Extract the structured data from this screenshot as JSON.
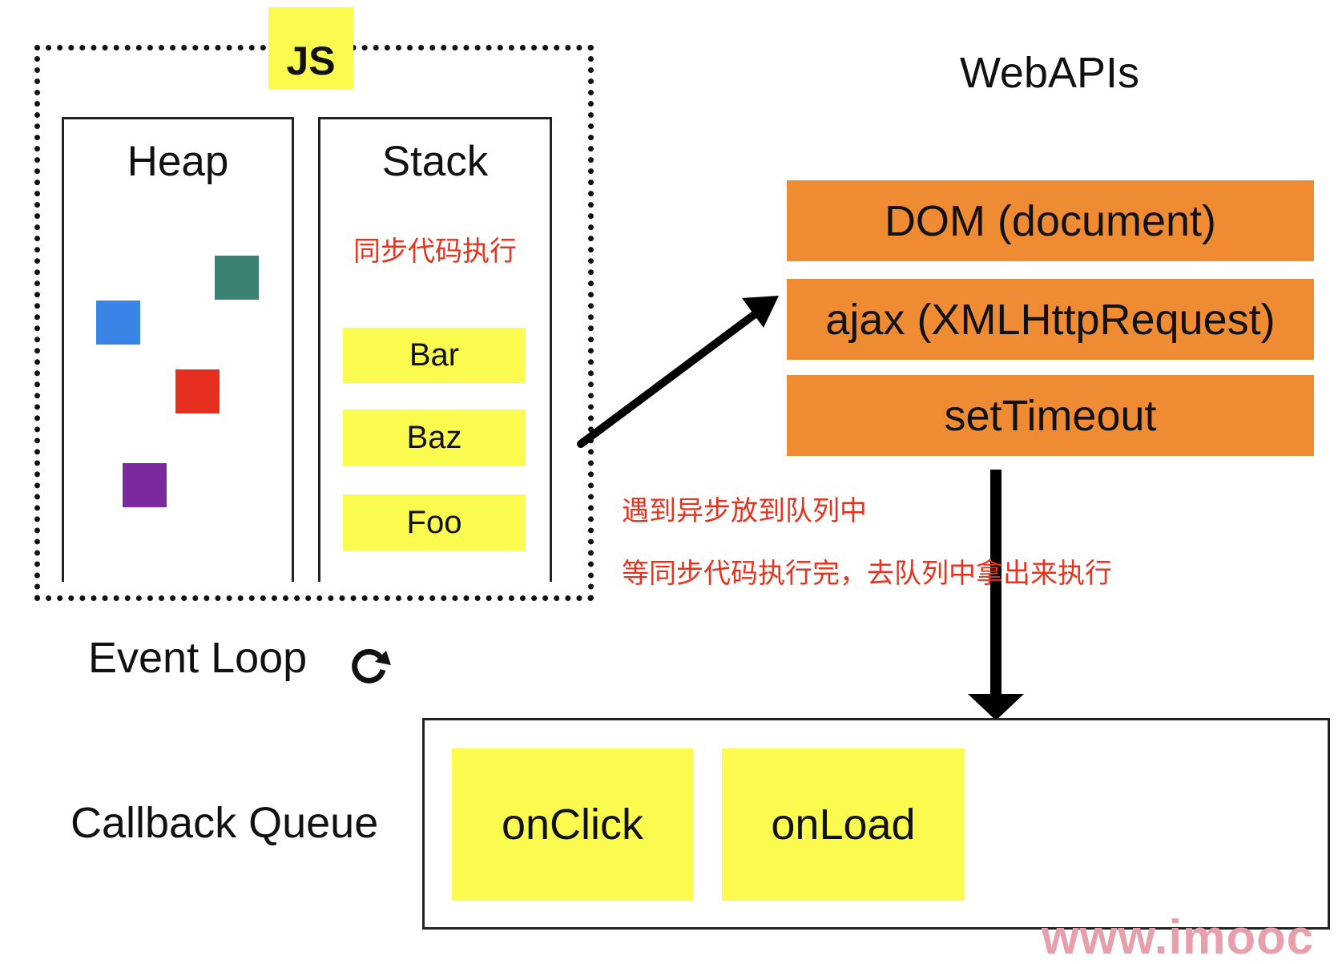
{
  "js_label": "JS",
  "heap": {
    "title": "Heap",
    "objects": [
      {
        "name": "teal",
        "color": "#3b8275"
      },
      {
        "name": "blue",
        "color": "#3a84e6"
      },
      {
        "name": "red",
        "color": "#e5301f"
      },
      {
        "name": "purple",
        "color": "#7b2a9e"
      }
    ]
  },
  "stack": {
    "title": "Stack",
    "note": "同步代码执行",
    "frames": [
      "Bar",
      "Baz",
      "Foo"
    ]
  },
  "webapis": {
    "title": "WebAPIs",
    "items": [
      "DOM (document)",
      "ajax (XMLHttpRequest)",
      "setTimeout"
    ]
  },
  "notes": [
    "遇到异步放到队列中",
    "等同步代码执行完，去队列中拿出来执行"
  ],
  "event_loop": {
    "label": "Event Loop",
    "icon": "refresh-icon"
  },
  "callback_queue": {
    "label": "Callback Queue",
    "items": [
      "onClick",
      "onLoad"
    ]
  },
  "watermark": "www.imooc",
  "colors": {
    "yellow": "#fbfa4f",
    "orange": "#ef8c33",
    "note_red": "#e8321e"
  }
}
